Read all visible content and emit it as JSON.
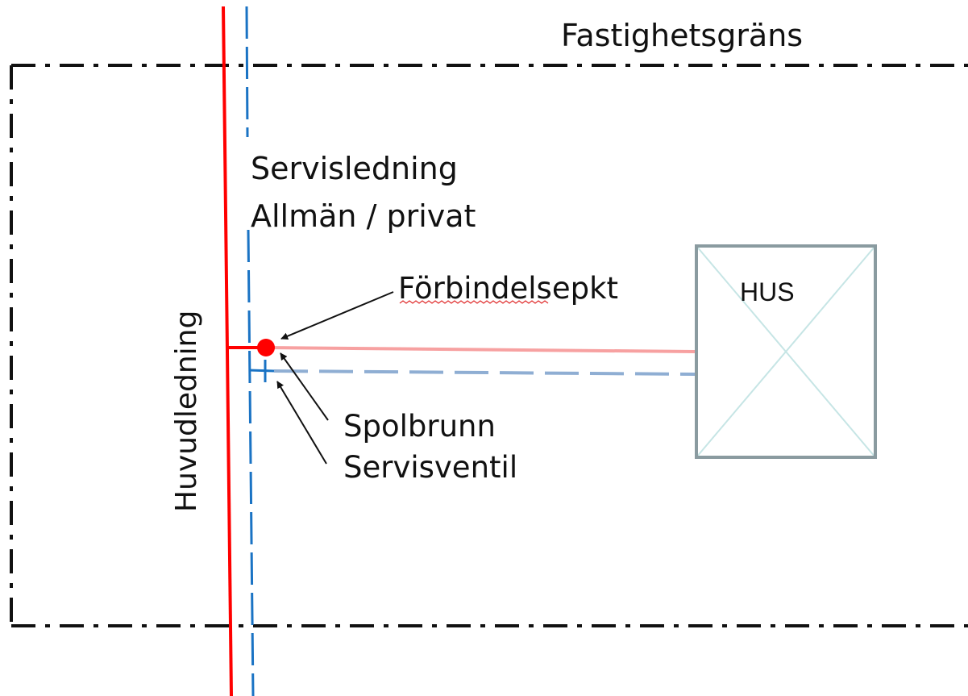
{
  "labels": {
    "property_boundary": "Fastighetsgräns",
    "service_line_title": "Servisledning",
    "service_line_subtitle": "Allmän / privat",
    "connection_point": "Förbindelsepkt",
    "cleanout_well": "Spolbrunn",
    "service_valve": "Servisventil",
    "house": "HUS",
    "main_line": "Huvudledning"
  },
  "colors": {
    "main_line": "#ff0000",
    "service_line_blue": "#1a73c4",
    "house_pipe_red": "#f7a1a1",
    "house_pipe_blue": "#8faed3",
    "house_outline": "#8a9ba0",
    "house_cross": "#c6e5e5",
    "boundary": "#111111",
    "spellcheck_underline": "#e03030"
  },
  "icons": {
    "connection_marker": "red-dot-icon",
    "arrow": "arrowhead-icon"
  }
}
